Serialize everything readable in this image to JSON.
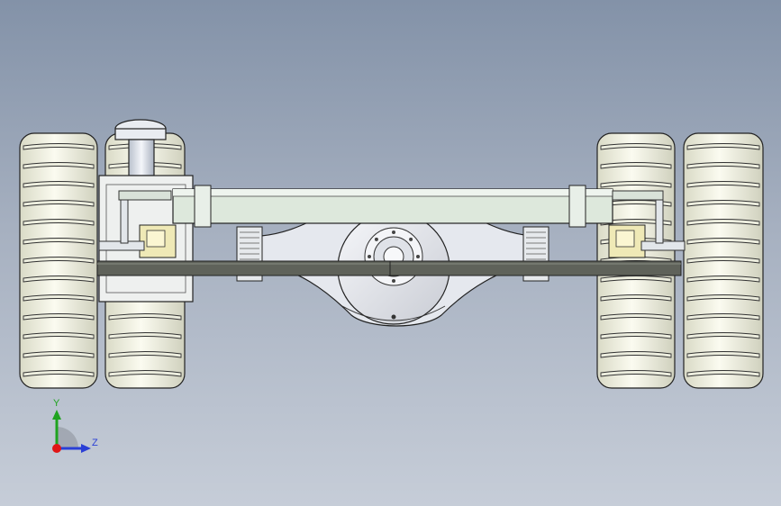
{
  "viewport": {
    "background_top": "#8392a8",
    "background_bottom": "#c6cdd8"
  },
  "model": {
    "parts": [
      "wheel-left-outer",
      "wheel-left-inner",
      "wheel-right-inner",
      "wheel-right-outer",
      "steering-column",
      "upper-frame-beam",
      "lower-axle-bar",
      "differential-housing",
      "suspension-bracket-left",
      "suspension-bracket-right",
      "leaf-spring-mounts"
    ],
    "colors": {
      "tire": "#f2f2e4",
      "tire_shadow": "#cfd0bd",
      "beam": "#dfeadf",
      "axle_bar": "#5f625a",
      "bracket": "#efe9b6",
      "housing": "#e7e9ee",
      "outline": "#1e1e1e"
    }
  },
  "triad": {
    "y_label": "Y",
    "z_label": "Z",
    "y_color": "#1fa31f",
    "z_color": "#2a3fd6",
    "origin_color": "#e01616"
  }
}
